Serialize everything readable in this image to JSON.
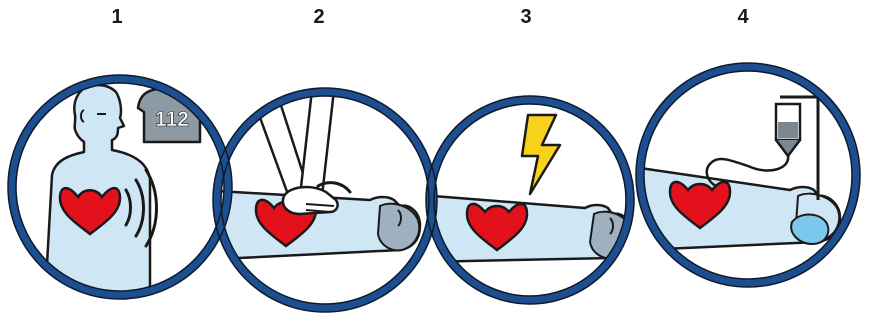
{
  "steps": [
    {
      "number": "1",
      "phone_label": "112",
      "icon": "phone-icon"
    },
    {
      "number": "2",
      "icon": "hands-compression-icon"
    },
    {
      "number": "3",
      "icon": "lightning-icon"
    },
    {
      "number": "4",
      "icon": "iv-bag-icon"
    }
  ],
  "colors": {
    "ring": "#1d4e8f",
    "body": "#cfe6f5",
    "heart": "#e3111b",
    "lightning": "#f6d21c",
    "phone": "#8e9aa3",
    "mask": "#7cc7ee",
    "outline": "#1a1a1a"
  }
}
